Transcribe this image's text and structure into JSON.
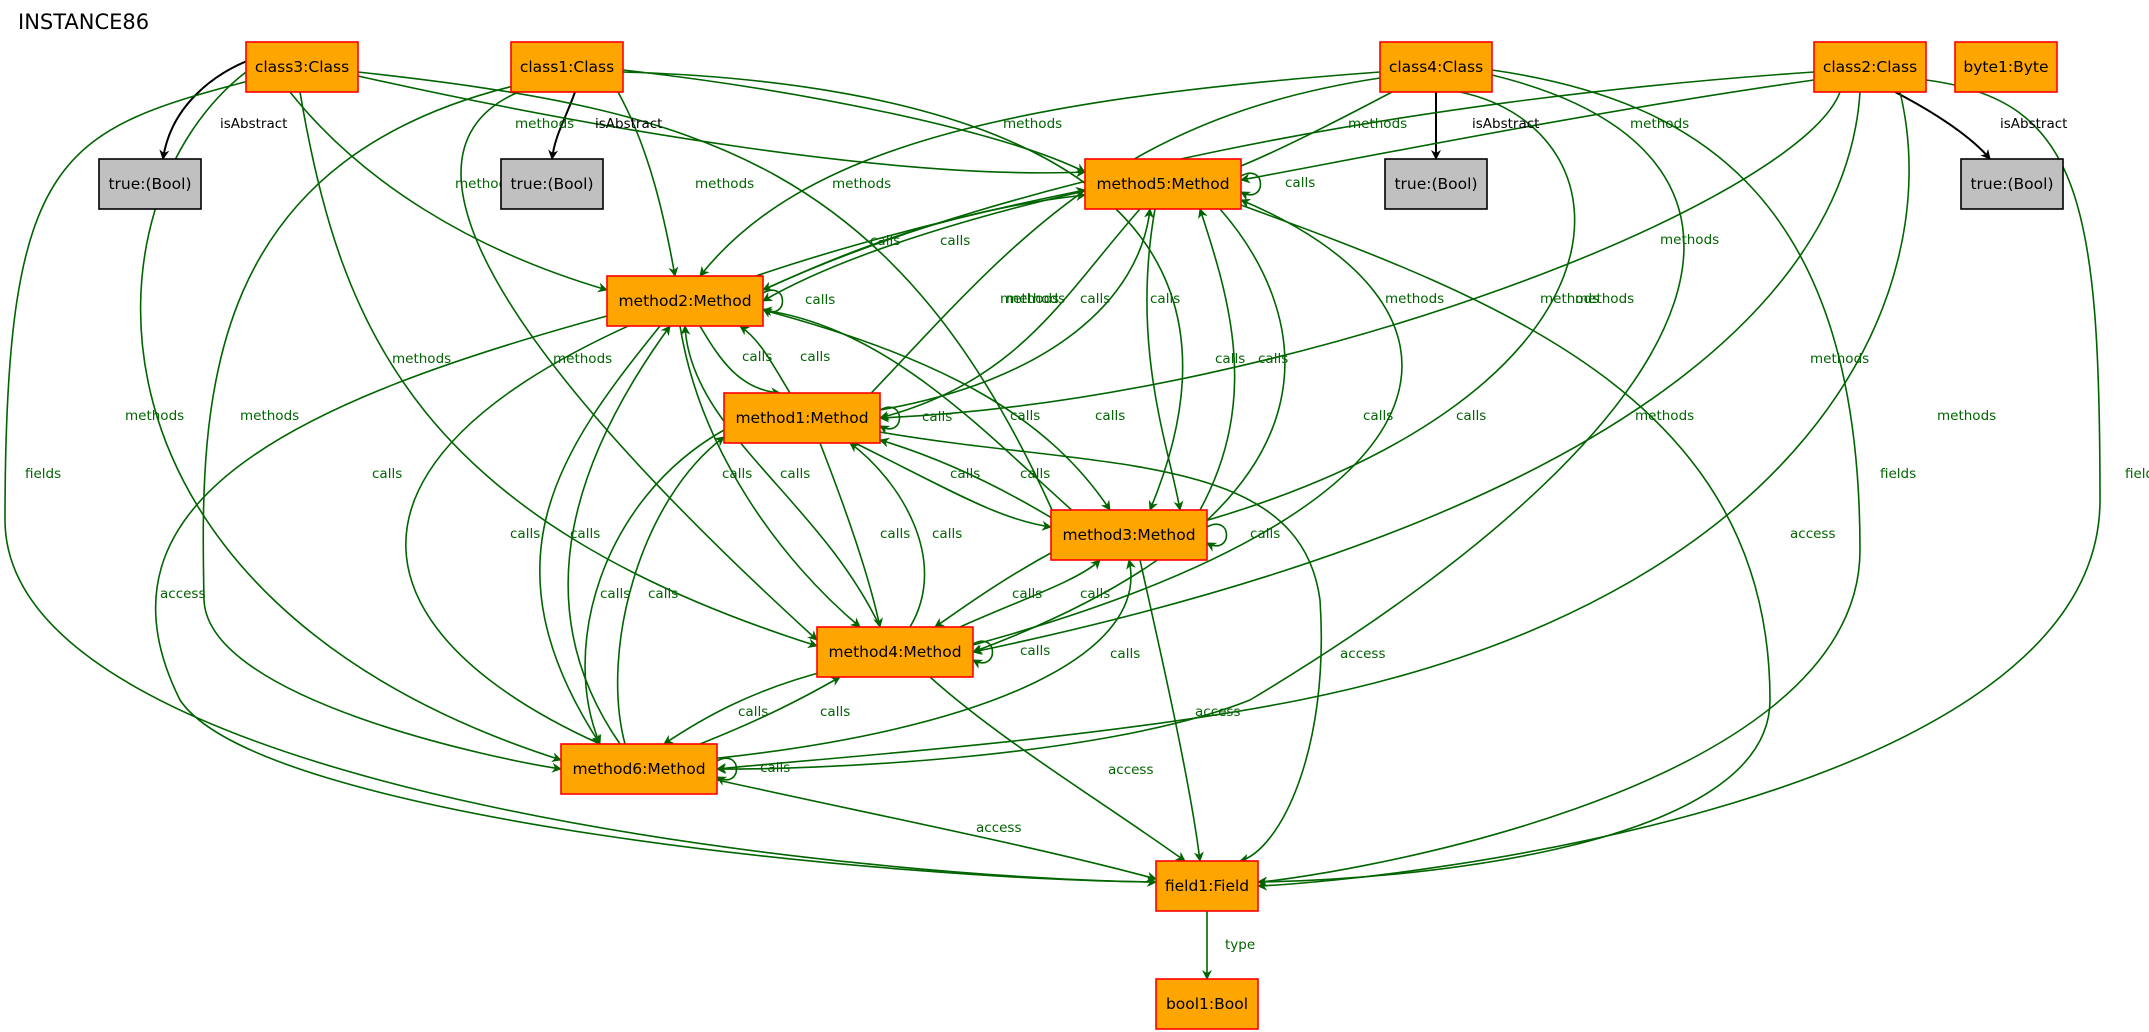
{
  "title": "INSTANCE86",
  "colors": {
    "object_fill": "#ffa500",
    "object_stroke": "#ff0000",
    "value_fill": "#c0c0c0",
    "value_stroke": "#000000",
    "edge_green": "#006400",
    "edge_black": "#000000"
  },
  "nodes": [
    {
      "id": "class3",
      "label": "class3:Class",
      "kind": "object"
    },
    {
      "id": "class1",
      "label": "class1:Class",
      "kind": "object"
    },
    {
      "id": "class4",
      "label": "class4:Class",
      "kind": "object"
    },
    {
      "id": "class2",
      "label": "class2:Class",
      "kind": "object"
    },
    {
      "id": "byte1",
      "label": "byte1:Byte",
      "kind": "object"
    },
    {
      "id": "true3",
      "label": "true:(Bool)",
      "kind": "value"
    },
    {
      "id": "true1",
      "label": "true:(Bool)",
      "kind": "value"
    },
    {
      "id": "true4",
      "label": "true:(Bool)",
      "kind": "value"
    },
    {
      "id": "true2",
      "label": "true:(Bool)",
      "kind": "value"
    },
    {
      "id": "method5",
      "label": "method5:Method",
      "kind": "object"
    },
    {
      "id": "method2",
      "label": "method2:Method",
      "kind": "object"
    },
    {
      "id": "method1",
      "label": "method1:Method",
      "kind": "object"
    },
    {
      "id": "method3",
      "label": "method3:Method",
      "kind": "object"
    },
    {
      "id": "method4",
      "label": "method4:Method",
      "kind": "object"
    },
    {
      "id": "method6",
      "label": "method6:Method",
      "kind": "object"
    },
    {
      "id": "field1",
      "label": "field1:Field",
      "kind": "object"
    },
    {
      "id": "bool1",
      "label": "bool1:Bool",
      "kind": "object"
    }
  ],
  "edges": [
    {
      "from": "class3",
      "to": "true3",
      "label": "isAbstract",
      "color": "black"
    },
    {
      "from": "class1",
      "to": "true1",
      "label": "isAbstract",
      "color": "black"
    },
    {
      "from": "class4",
      "to": "true4",
      "label": "isAbstract",
      "color": "black"
    },
    {
      "from": "class2",
      "to": "true2",
      "label": "isAbstract",
      "color": "black"
    },
    {
      "from": "class3",
      "to": "method5",
      "label": "methods",
      "color": "green"
    },
    {
      "from": "class3",
      "to": "method2",
      "label": "methods",
      "color": "green"
    },
    {
      "from": "class3",
      "to": "method4",
      "label": "methods",
      "color": "green"
    },
    {
      "from": "class3",
      "to": "method6",
      "label": "methods",
      "color": "green"
    },
    {
      "from": "class3",
      "to": "method3",
      "label": "methods",
      "color": "green"
    },
    {
      "from": "class3",
      "to": "field1",
      "label": "fields",
      "color": "green"
    },
    {
      "from": "class1",
      "to": "method5",
      "label": "methods",
      "color": "green"
    },
    {
      "from": "class1",
      "to": "method2",
      "label": "methods",
      "color": "green"
    },
    {
      "from": "class1",
      "to": "method3",
      "label": "methods",
      "color": "green"
    },
    {
      "from": "class1",
      "to": "method4",
      "label": "methods",
      "color": "green"
    },
    {
      "from": "class1",
      "to": "method6",
      "label": "methods",
      "color": "green"
    },
    {
      "from": "class4",
      "to": "method5",
      "label": "methods",
      "color": "green"
    },
    {
      "from": "class4",
      "to": "method2",
      "label": "methods",
      "color": "green"
    },
    {
      "from": "class4",
      "to": "method1",
      "label": "methods",
      "color": "green"
    },
    {
      "from": "class4",
      "to": "method3",
      "label": "methods",
      "color": "green"
    },
    {
      "from": "class4",
      "to": "method6",
      "label": "methods",
      "color": "green"
    },
    {
      "from": "class4",
      "to": "field1",
      "label": "fields",
      "color": "green"
    },
    {
      "from": "class2",
      "to": "method5",
      "label": "methods",
      "color": "green"
    },
    {
      "from": "class2",
      "to": "method2",
      "label": "methods",
      "color": "green"
    },
    {
      "from": "class2",
      "to": "method1",
      "label": "methods",
      "color": "green"
    },
    {
      "from": "class2",
      "to": "method4",
      "label": "methods",
      "color": "green"
    },
    {
      "from": "class2",
      "to": "method6",
      "label": "methods",
      "color": "green"
    },
    {
      "from": "class2",
      "to": "field1",
      "label": "fields",
      "color": "green"
    },
    {
      "from": "method5",
      "to": "method5",
      "label": "calls",
      "color": "green"
    },
    {
      "from": "method2",
      "to": "method2",
      "label": "calls",
      "color": "green"
    },
    {
      "from": "method1",
      "to": "method1",
      "label": "calls",
      "color": "green"
    },
    {
      "from": "method3",
      "to": "method3",
      "label": "calls",
      "color": "green"
    },
    {
      "from": "method4",
      "to": "method4",
      "label": "calls",
      "color": "green"
    },
    {
      "from": "method6",
      "to": "method6",
      "label": "calls",
      "color": "green"
    },
    {
      "from": "method5",
      "to": "method2",
      "label": "calls",
      "color": "green"
    },
    {
      "from": "method2",
      "to": "method5",
      "label": "calls",
      "color": "green"
    },
    {
      "from": "method5",
      "to": "method1",
      "label": "calls",
      "color": "green"
    },
    {
      "from": "method1",
      "to": "method5",
      "label": "calls",
      "color": "green"
    },
    {
      "from": "method5",
      "to": "method3",
      "label": "calls",
      "color": "green"
    },
    {
      "from": "method3",
      "to": "method5",
      "label": "calls",
      "color": "green"
    },
    {
      "from": "method5",
      "to": "method4",
      "label": "calls",
      "color": "green"
    },
    {
      "from": "method4",
      "to": "method5",
      "label": "calls",
      "color": "green"
    },
    {
      "from": "method6",
      "to": "method5",
      "label": "calls",
      "color": "green"
    },
    {
      "from": "method2",
      "to": "method1",
      "label": "calls",
      "color": "green"
    },
    {
      "from": "method1",
      "to": "method2",
      "label": "calls",
      "color": "green"
    },
    {
      "from": "method2",
      "to": "method3",
      "label": "calls",
      "color": "green"
    },
    {
      "from": "method3",
      "to": "method2",
      "label": "calls",
      "color": "green"
    },
    {
      "from": "method2",
      "to": "method4",
      "label": "calls",
      "color": "green"
    },
    {
      "from": "method4",
      "to": "method2",
      "label": "calls",
      "color": "green"
    },
    {
      "from": "method2",
      "to": "method6",
      "label": "calls",
      "color": "green"
    },
    {
      "from": "method6",
      "to": "method2",
      "label": "calls",
      "color": "green"
    },
    {
      "from": "method1",
      "to": "method3",
      "label": "calls",
      "color": "green"
    },
    {
      "from": "method3",
      "to": "method1",
      "label": "calls",
      "color": "green"
    },
    {
      "from": "method1",
      "to": "method4",
      "label": "calls",
      "color": "green"
    },
    {
      "from": "method4",
      "to": "method1",
      "label": "calls",
      "color": "green"
    },
    {
      "from": "method1",
      "to": "method6",
      "label": "calls",
      "color": "green"
    },
    {
      "from": "method6",
      "to": "method1",
      "label": "calls",
      "color": "green"
    },
    {
      "from": "method3",
      "to": "method4",
      "label": "calls",
      "color": "green"
    },
    {
      "from": "method4",
      "to": "method3",
      "label": "calls",
      "color": "green"
    },
    {
      "from": "method4",
      "to": "method6",
      "label": "calls",
      "color": "green"
    },
    {
      "from": "method6",
      "to": "method4",
      "label": "calls",
      "color": "green"
    },
    {
      "from": "method6",
      "to": "method3",
      "label": "calls",
      "color": "green"
    },
    {
      "from": "method2",
      "to": "field1",
      "label": "access",
      "color": "green"
    },
    {
      "from": "method5",
      "to": "field1",
      "label": "access",
      "color": "green"
    },
    {
      "from": "method1",
      "to": "field1",
      "label": "access",
      "color": "green"
    },
    {
      "from": "method3",
      "to": "field1",
      "label": "access",
      "color": "green"
    },
    {
      "from": "method4",
      "to": "field1",
      "label": "access",
      "color": "green"
    },
    {
      "from": "method6",
      "to": "field1",
      "label": "access",
      "color": "green"
    },
    {
      "from": "field1",
      "to": "bool1",
      "label": "type",
      "color": "green"
    }
  ]
}
